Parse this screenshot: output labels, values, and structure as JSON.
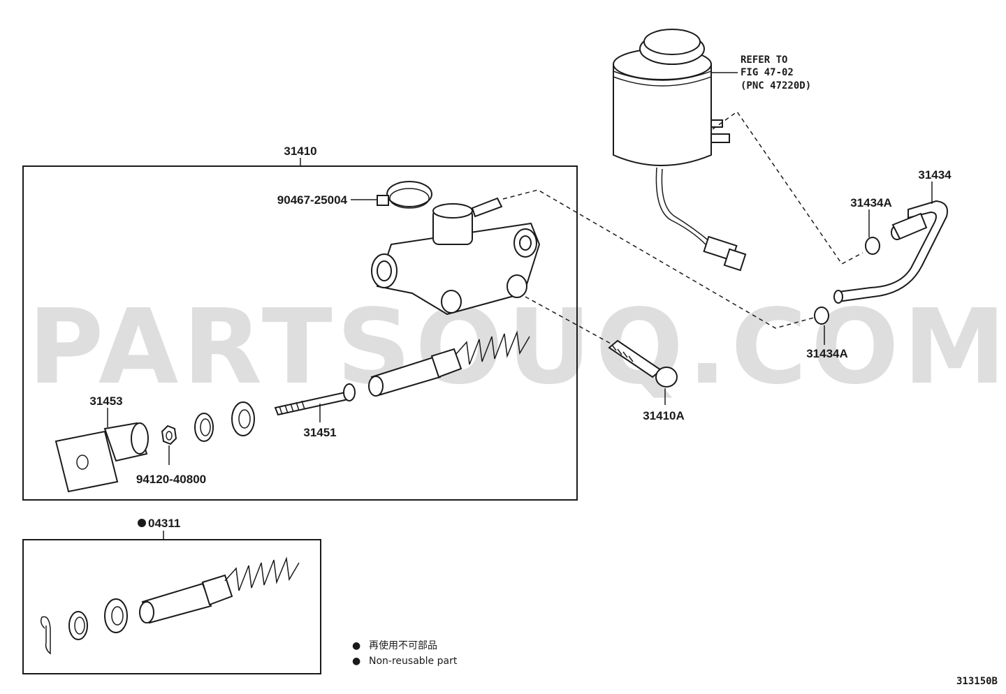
{
  "watermark": "PARTSOUQ.COM",
  "figure_code": "313150B",
  "refer": {
    "line1": "REFER TO",
    "line2": "FIG 47-02",
    "line3": "(PNC 47220D)"
  },
  "groups": {
    "main_assembly": "31410",
    "repair_kit": "04311"
  },
  "parts": {
    "clamp": "90467-25004",
    "bolt": "31410A",
    "hose": "31434",
    "hose_clip_upper": "31434A",
    "hose_clip_lower": "31434A",
    "clevis": "31453",
    "push_rod": "31451",
    "nut": "94120-40800"
  },
  "legend": {
    "bullet": "●",
    "jp": "再使用不可部品",
    "en": "Non-reusable part"
  }
}
